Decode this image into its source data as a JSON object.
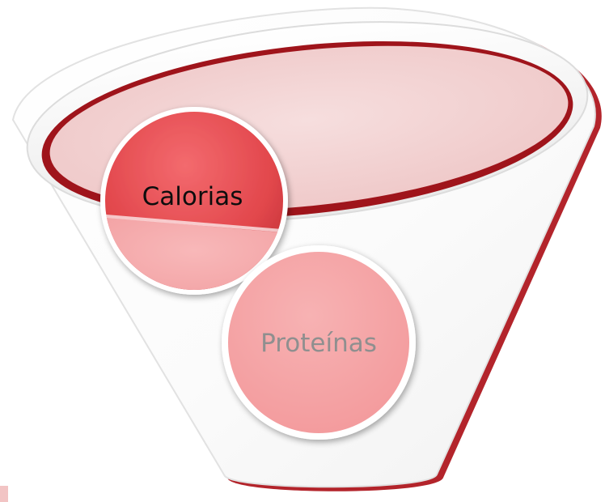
{
  "diagram": {
    "type": "funnel",
    "items": [
      {
        "label": "Calorias",
        "color": "#e2474c"
      },
      {
        "label": "Proteínas",
        "color": "#f4a7a9"
      }
    ],
    "funnel_rim_color": "#a4161d",
    "funnel_fill_color": "#f8e2e2"
  }
}
